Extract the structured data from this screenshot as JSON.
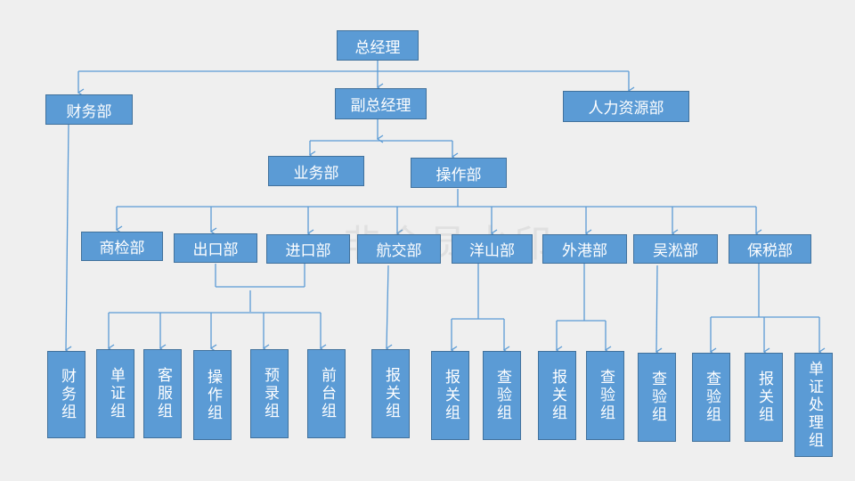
{
  "watermark": "非会员水印",
  "nodes": {
    "gm": "总经理",
    "finance": "财务部",
    "deputy": "副总经理",
    "hr": "人力资源部",
    "business": "业务部",
    "operation": "操作部",
    "inspection": "商检部",
    "export": "出口部",
    "import": "进口部",
    "shipping": "航交部",
    "yangshan": "洋山部",
    "waigang": "外港部",
    "wusong": "吴淞部",
    "bonded": "保税部",
    "finance_group": "财务组",
    "doc_group": "单证组",
    "cs_group": "客服组",
    "op_group": "操作组",
    "prerecord_group": "预录组",
    "front_group": "前台组",
    "shipping_customs": "报关组",
    "ys_customs": "报关组",
    "ys_inspect": "查验组",
    "wg_customs": "报关组",
    "wg_inspect": "查验组",
    "ws_inspect": "查验组",
    "bd_inspect": "查验组",
    "bd_customs": "报关组",
    "bd_doc": "单证处理组"
  }
}
